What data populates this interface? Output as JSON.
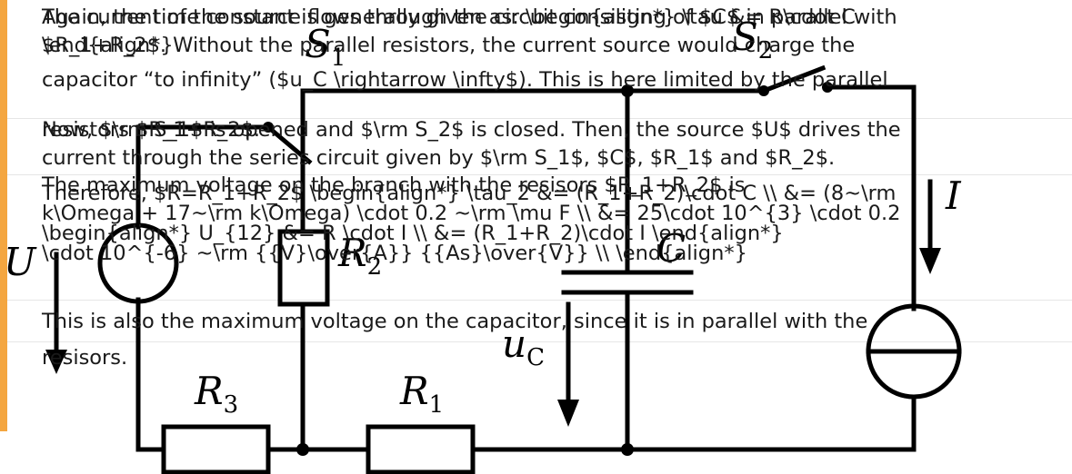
{
  "accent_color": "#f4a640",
  "circuit_labels": {
    "source_voltage": "U",
    "source_current": "I",
    "switch_1": "S",
    "switch_1_sub": "1",
    "switch_2": "S",
    "switch_2_sub": "2",
    "resistor_2": "R",
    "resistor_2_sub": "2",
    "resistor_3": "R",
    "resistor_3_sub": "3",
    "resistor_1": "R",
    "resistor_1_sub": "1",
    "capacitor": "C",
    "capacitor_voltage": "u",
    "capacitor_voltage_sub": "C"
  },
  "text": {
    "line_1": "Again, the time constant is generally given as: \\begin{align*} \\tau &= R\\cdot C",
    "line_2": "\\end{align*}",
    "line_3": "The current of the source flows through the circuit consisting of $C$ in parallel with",
    "line_4": "$R_1+R_2$. Without the parallel resistors, the current source would charge the",
    "line_5": "capacitor “to infinity” ($u_C \\rightarrow \\infty$). This is here limited by the parallel",
    "line_6": "resistors $R_1+R_2$.",
    "line_7": "Now, $\\rm S_1$ is opened and $\\rm S_2$ is closed. Then, the source $U$ drives the",
    "line_8": "current through the series circuit given by $\\rm S_1$, $C$, $R_1$ and $R_2$.",
    "line_9": "Therefore, $R=R_1+R_2$ \\begin{align*} \\tau_2 &= (R_1+R_2)\\cdot C \\\\ &= (8~\\rm",
    "line_10": "The maximum voltage on the branch with the resisors $R_1+R_2$ is",
    "line_11": "k\\Omega + 17~\\rm k\\Omega) \\cdot 0.2 ~\\rm \\mu F \\\\ &= 25\\cdot 10^{3} \\cdot 0.2",
    "line_12": "\\begin{align*} U_{12} &= R \\cdot I \\\\ &= (R_1+R_2)\\cdot I \\end{align*}",
    "line_13": "\\cdot 10^{-6} ~\\rm {{V}\\over{A}} {{As}\\over{V}} \\\\ \\end{align*}",
    "line_14": "This is also the maximum voltage on the capacitor, since it is in parallel with the",
    "line_15": "resisors."
  }
}
